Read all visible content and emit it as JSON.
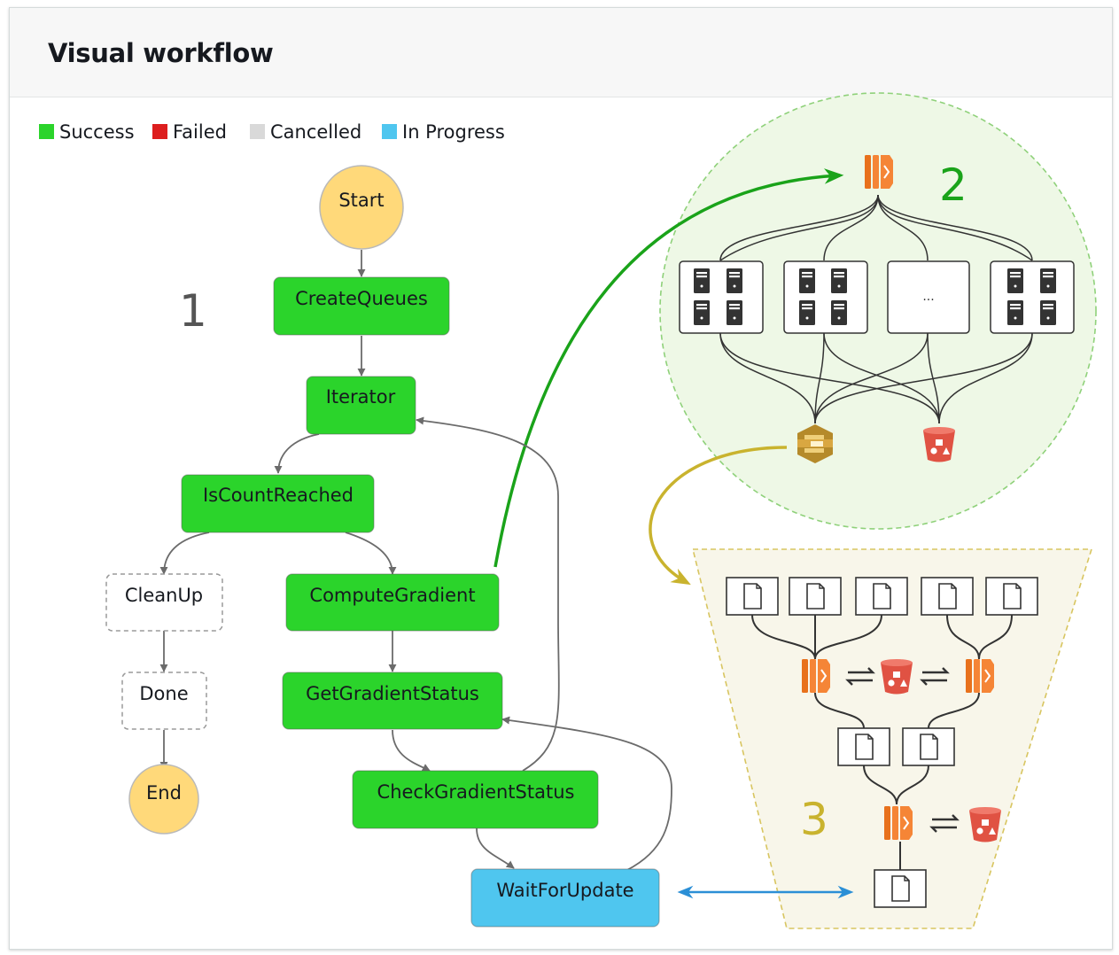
{
  "panel": {
    "title": "Visual workflow"
  },
  "legend": [
    {
      "label": "Success",
      "color": "#2bd42b"
    },
    {
      "label": "Failed",
      "color": "#dd1e1e"
    },
    {
      "label": "Cancelled",
      "color": "#d9d9d9"
    },
    {
      "label": "In Progress",
      "color": "#4fc6ef"
    }
  ],
  "workflow": {
    "states": {
      "start": "Start",
      "create_queues": "CreateQueues",
      "iterator": "Iterator",
      "is_count_reached": "IsCountReached",
      "clean_up": "CleanUp",
      "done": "Done",
      "end": "End",
      "compute_gradient": "ComputeGradient",
      "get_gradient_status": "GetGradientStatus",
      "check_gradient_status": "CheckGradientStatus",
      "wait_for_update": "WaitForUpdate"
    },
    "state_status": {
      "create_queues": "Success",
      "iterator": "Success",
      "is_count_reached": "Success",
      "compute_gradient": "Success",
      "get_gradient_status": "Success",
      "check_gradient_status": "Success",
      "clean_up": "Not started",
      "done": "Not started",
      "wait_for_update": "In Progress"
    }
  },
  "annotations": {
    "step1": "1",
    "step2": "2",
    "step3": "3",
    "cluster_ellipsis": "..."
  },
  "icons": {
    "compute": "aws-lambda-icon",
    "queue": "aws-sqs-icon",
    "storage": "aws-s3-bucket-icon",
    "server": "server-icon",
    "document": "document-icon"
  },
  "colors": {
    "success": "#2bd42b",
    "in_progress": "#4fc6ef",
    "terminal": "#ffd97a",
    "lambda": "#f58536",
    "s3": "#e05243",
    "sqs": "#d9a741",
    "arrow_green": "#1aa31a",
    "arrow_olive": "#c9b32e",
    "arrow_blue": "#2b8fd6",
    "cluster_bg": "#eef8e6",
    "reduce_bg": "#f8f6ea"
  }
}
